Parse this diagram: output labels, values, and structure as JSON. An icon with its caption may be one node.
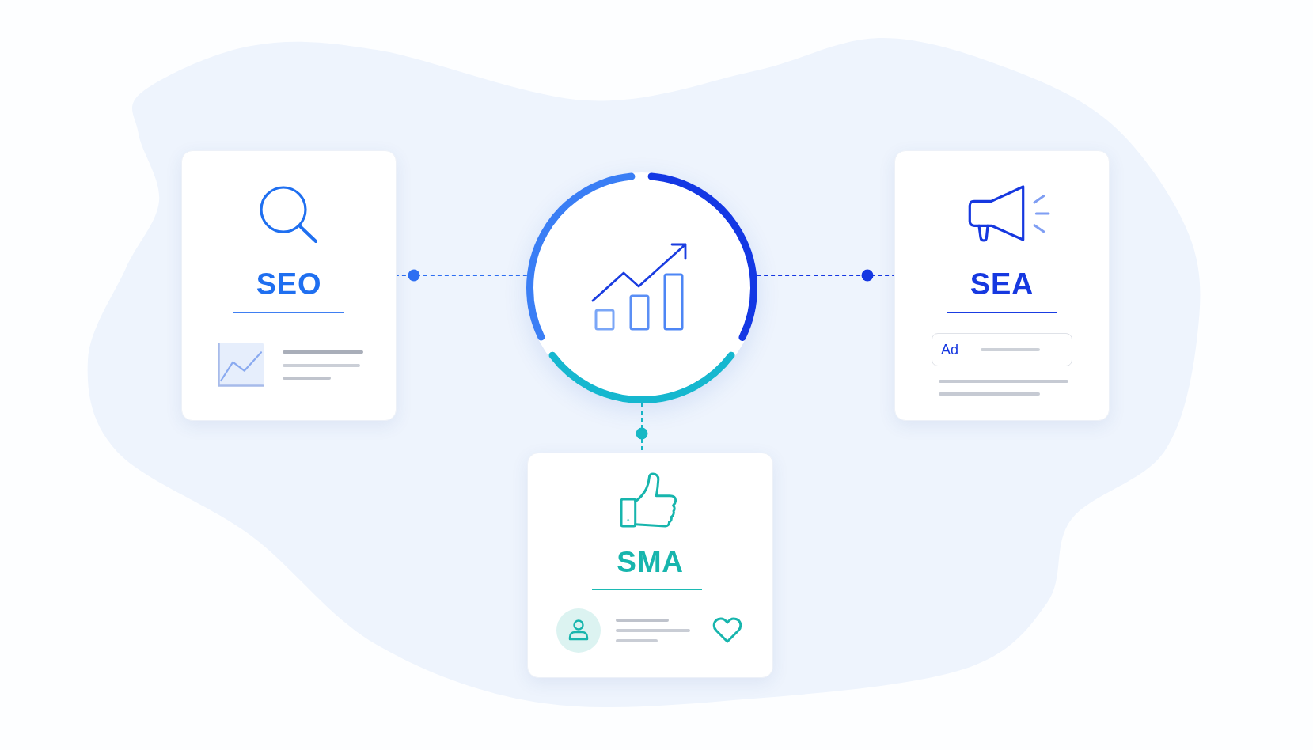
{
  "diagram": {
    "nodes": [
      {
        "text": [
          "SEO"
        ]
      },
      {
        "text": [],
        "shape": "circle"
      },
      {
        "text": [
          "SEA"
        ]
      },
      {
        "text": [
          "Ad"
        ],
        "in": 2
      },
      {
        "text": [
          "SMA"
        ]
      }
    ],
    "edges": [
      {
        "from": 1,
        "to": 0,
        "arrow": "other",
        "style": "dashed",
        "color": "#2e6ff2"
      },
      {
        "from": 1,
        "to": 2,
        "arrow": "other",
        "style": "dashed",
        "color": "#1537e2"
      },
      {
        "from": 1,
        "to": 4,
        "arrow": "other",
        "style": "dashed",
        "color": "#17b8c5"
      }
    ]
  }
}
